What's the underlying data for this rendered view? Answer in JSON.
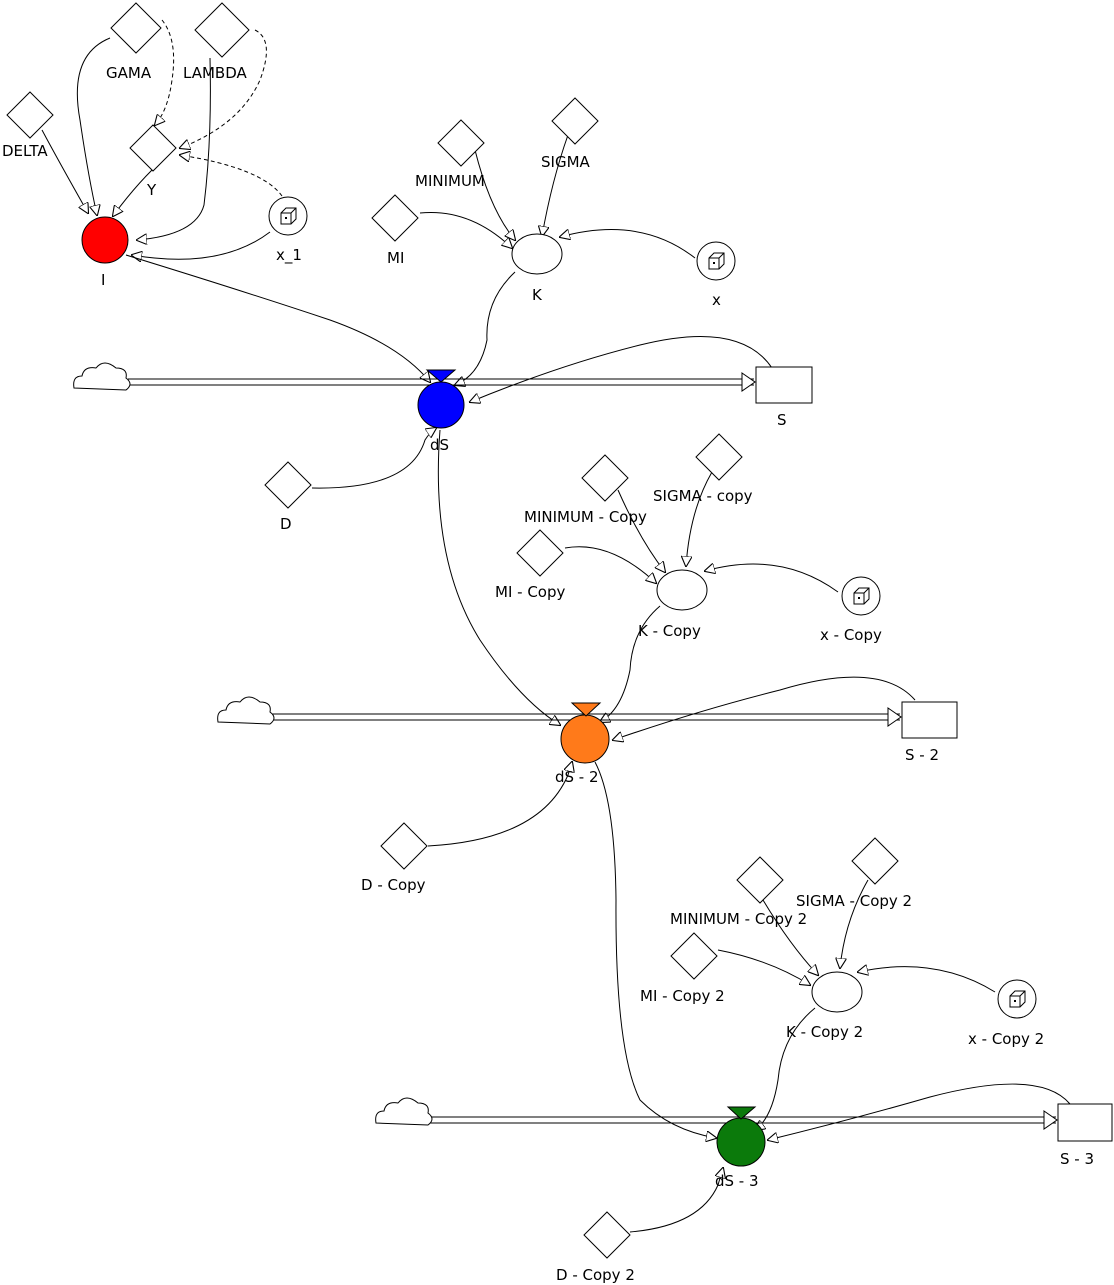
{
  "colors": {
    "flow_I": "#ff0000",
    "flow_dS": "#0000ff",
    "flow_dS2": "#ff7a1a",
    "flow_dS3": "#0b7a0b"
  },
  "icons": {
    "cloud": "cloud-icon",
    "random_var": "dice-cube-icon",
    "arrowhead": "hollow-triangle-arrow-icon"
  },
  "nodes": {
    "gama": "GAMA",
    "lambda": "LAMBDA",
    "delta": "DELTA",
    "y": "Y",
    "x_1": "x_1",
    "i": "I",
    "minimum": "MINIMUM",
    "sigma": "SIGMA",
    "mi": "MI",
    "k": "K",
    "x": "x",
    "s": "S",
    "ds": "dS",
    "d": "D",
    "minimum_copy": "MINIMUM - Copy",
    "sigma_copy": "SIGMA - copy",
    "mi_copy": "MI - Copy",
    "k_copy": "K - Copy",
    "x_copy": "x - Copy",
    "s2": "S - 2",
    "ds2": "dS - 2",
    "d_copy": "D - Copy",
    "minimum_copy2": "MINIMUM - Copy 2",
    "sigma_copy2": "SIGMA - Copy 2",
    "mi_copy2": "MI - Copy 2",
    "k_copy2": "K - Copy 2",
    "x_copy2": "x - Copy 2",
    "s3": "S - 3",
    "ds3": "dS - 3",
    "d_copy2": "D - Copy 2"
  }
}
